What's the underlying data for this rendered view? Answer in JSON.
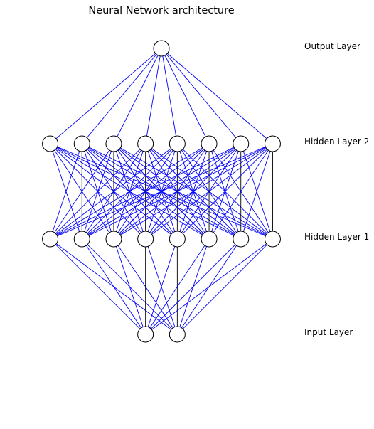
{
  "title": "Neural Network architecture",
  "colors": {
    "edge": "#0000ff",
    "vertical_edge": "#000000",
    "node_fill": "#ffffff",
    "node_stroke": "#000000"
  },
  "layers": [
    {
      "label": "Output Layer",
      "nodes": 1
    },
    {
      "label": "Hidden Layer 2",
      "nodes": 8
    },
    {
      "label": "Hidden Layer 1",
      "nodes": 8
    },
    {
      "label": "Input Layer",
      "nodes": 2
    }
  ]
}
